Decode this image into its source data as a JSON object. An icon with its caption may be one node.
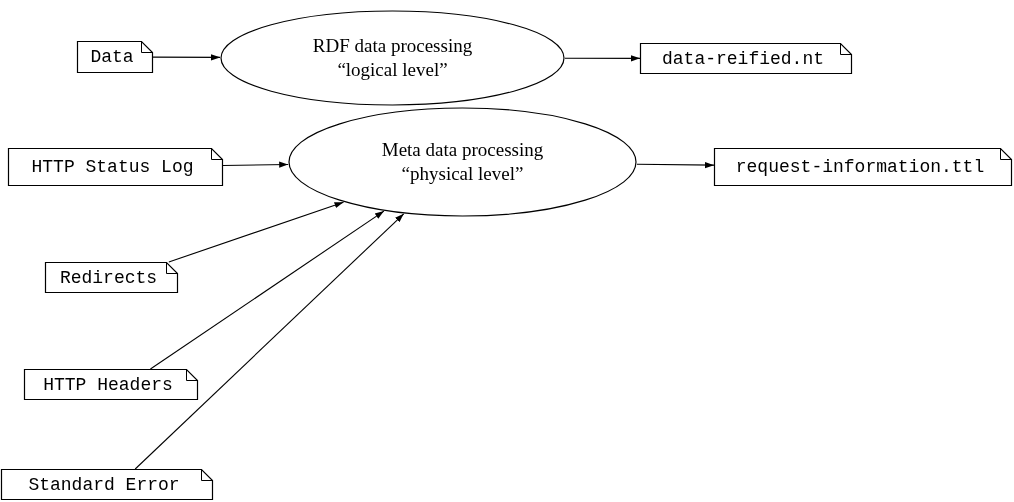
{
  "diagram": {
    "nodes": [
      {
        "text": [
          "Data"
        ]
      },
      {
        "text": [
          "RDF data processing",
          "“logical level”"
        ]
      },
      {
        "text": [
          "data-reified.nt"
        ]
      },
      {
        "text": [
          "HTTP Status Log"
        ]
      },
      {
        "text": [
          "Meta data processing",
          "“physical level”"
        ]
      },
      {
        "text": [
          "request-information.ttl"
        ]
      },
      {
        "text": [
          "Redirects"
        ]
      },
      {
        "text": [
          "HTTP Headers"
        ]
      },
      {
        "text": [
          "Standard Error"
        ]
      }
    ],
    "edges": [
      {
        "from": 0,
        "to": 1,
        "arrow": "to"
      },
      {
        "from": 1,
        "to": 2,
        "arrow": "to"
      },
      {
        "from": 3,
        "to": 4,
        "arrow": "to"
      },
      {
        "from": 4,
        "to": 5,
        "arrow": "to"
      },
      {
        "from": 6,
        "to": 4,
        "arrow": "to"
      },
      {
        "from": 7,
        "to": 4,
        "arrow": "to"
      },
      {
        "from": 8,
        "to": 4,
        "arrow": "to"
      }
    ]
  }
}
